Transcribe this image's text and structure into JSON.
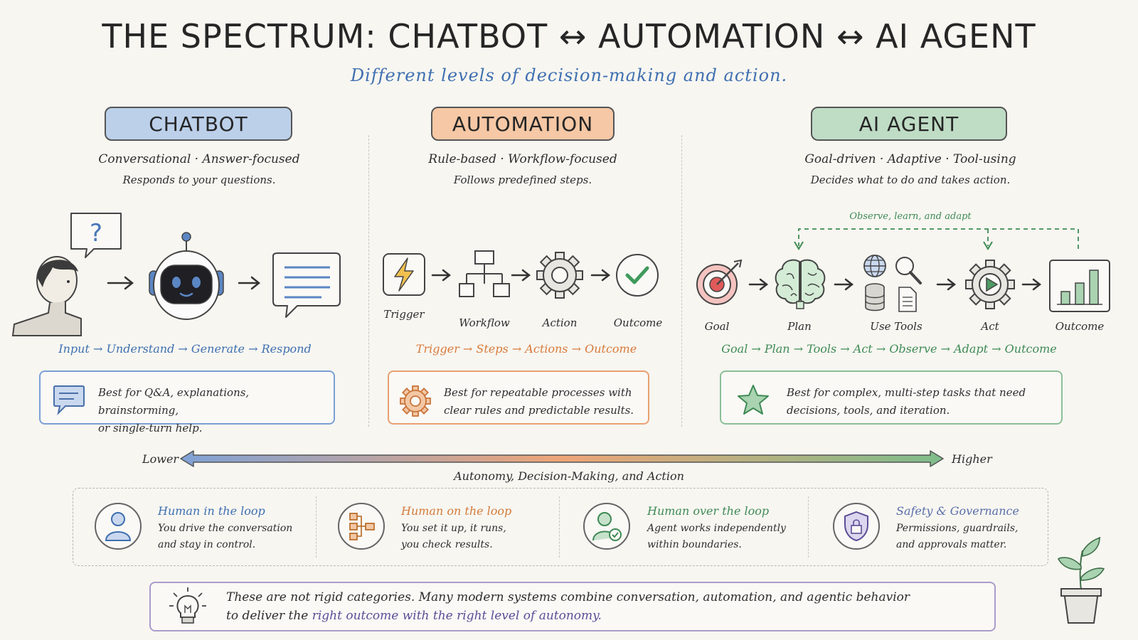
{
  "title": "THE SPECTRUM: CHATBOT ↔ AUTOMATION ↔ AI AGENT",
  "subtitle": "Different levels of decision-making and action.",
  "colors": {
    "chatbot": "#5b86c4",
    "automation": "#e08a4a",
    "agent": "#4f9a64",
    "safety": "#6b5fa8"
  },
  "columns": {
    "chatbot": {
      "title": "CHATBOT",
      "tagline": "Conversational · Answer-focused",
      "desc": "Responds to your questions.",
      "flow": "Input → Understand → Generate → Respond",
      "best_line1": "Best for Q&A, explanations, brainstorming,",
      "best_line2": "or single-turn help.",
      "icons": [
        "person-icon",
        "question-bubble-icon",
        "robot-icon",
        "chat-bubble-icon"
      ]
    },
    "automation": {
      "title": "AUTOMATION",
      "tagline": "Rule-based · Workflow-focused",
      "desc": "Follows predefined steps.",
      "steps": [
        "Trigger",
        "Workflow",
        "Action",
        "Outcome"
      ],
      "flow": "Trigger → Steps → Actions → Outcome",
      "best_line1": "Best for repeatable processes with",
      "best_line2": "clear rules and predictable results."
    },
    "agent": {
      "title": "AI AGENT",
      "tagline": "Goal-driven · Adaptive · Tool-using",
      "desc": "Decides what to do and takes action.",
      "loop_label": "Observe, learn, and adapt",
      "steps": [
        "Goal",
        "Plan",
        "Use Tools",
        "Act",
        "Outcome"
      ],
      "flow": "Goal → Plan → Tools → Act → Observe → Adapt → Outcome",
      "best_line1": "Best for complex, multi-step tasks that need",
      "best_line2": "decisions, tools, and iteration."
    }
  },
  "spectrum": {
    "low": "Lower",
    "high": "Higher",
    "label": "Autonomy, Decision-Making, and Action"
  },
  "loops": [
    {
      "title": "Human in the loop",
      "line1": "You drive the conversation",
      "line2": "and stay in control."
    },
    {
      "title": "Human on the loop",
      "line1": "You set it up, it runs,",
      "line2": "you check results."
    },
    {
      "title": "Human over the loop",
      "line1": "Agent works independently",
      "line2": "within boundaries."
    },
    {
      "title": "Safety & Governance",
      "line1": "Permissions, guardrails,",
      "line2": "and approvals matter."
    }
  ],
  "note": {
    "line1": "These are not rigid categories. Many modern systems combine conversation, automation, and agentic behavior",
    "line2_prefix": "to deliver the",
    "line2_highlight": "right outcome with the right level of autonomy."
  }
}
